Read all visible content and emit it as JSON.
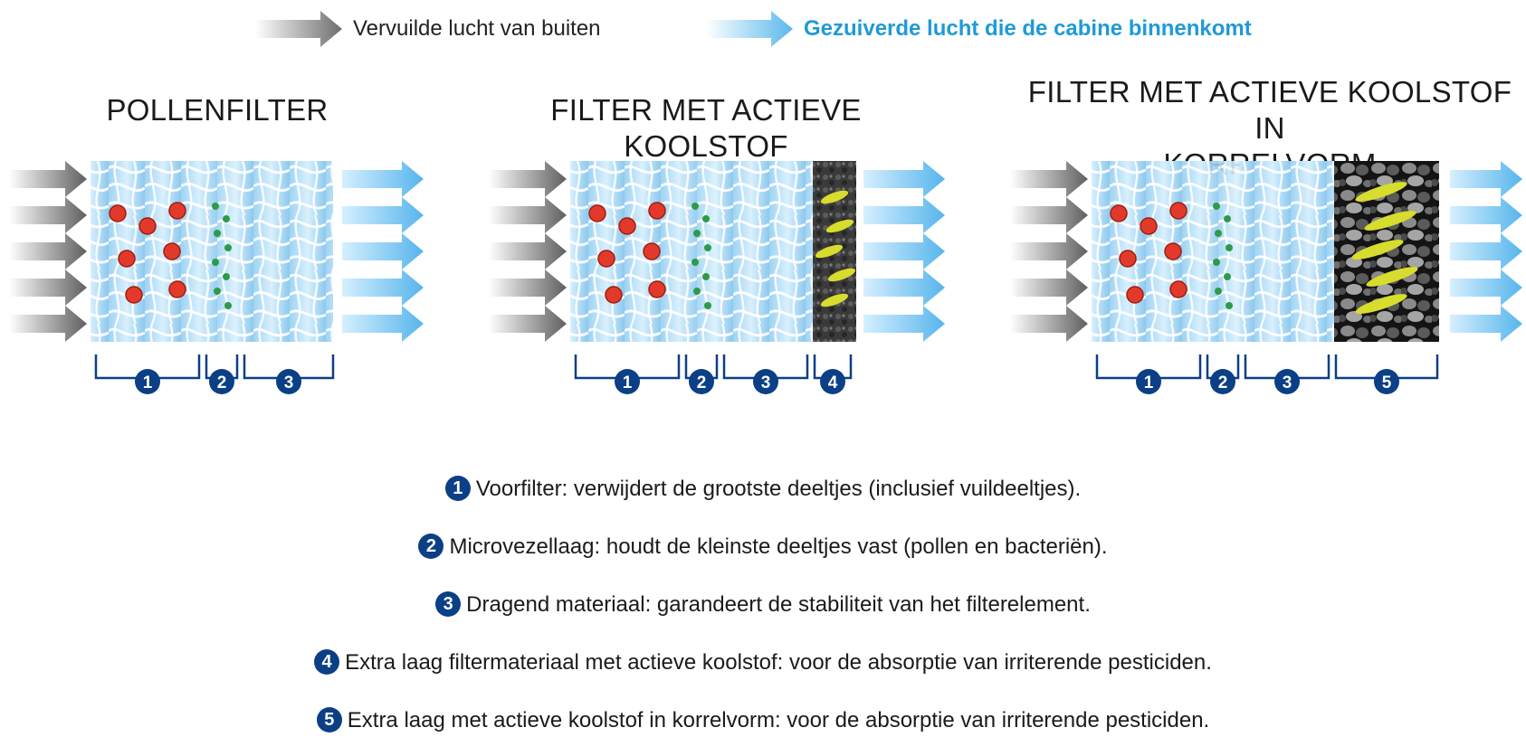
{
  "legend": {
    "outside_label": "Vervuilde lucht van buiten",
    "inside_label": "Gezuiverde lucht die de cabine binnenkomt"
  },
  "panels": [
    {
      "title_lines": [
        "POLLENFILTER"
      ],
      "layers": [
        "1",
        "2",
        "3"
      ]
    },
    {
      "title_lines": [
        "FILTER MET ACTIEVE KOOLSTOF"
      ],
      "layers": [
        "1",
        "2",
        "3",
        "4"
      ]
    },
    {
      "title_lines": [
        "FILTER MET ACTIEVE KOOLSTOF IN",
        "KORRELVORM"
      ],
      "layers": [
        "1",
        "2",
        "3",
        "5"
      ]
    }
  ],
  "descriptions": [
    {
      "num": "1",
      "text": "Voorfilter: verwijdert de grootste deeltjes (inclusief vuildeeltjes)."
    },
    {
      "num": "2",
      "text": "Microvezellaag: houdt de kleinste deeltjes vast (pollen en bacteriën)."
    },
    {
      "num": "3",
      "text": "Dragend materiaal: garandeert de stabiliteit van het filterelement."
    },
    {
      "num": "4",
      "text": "Extra laag filtermateriaal met actieve koolstof: voor de absorptie van irriterende pesticiden."
    },
    {
      "num": "5",
      "text": "Extra laag met actieve koolstof in korrelvorm: voor de absorptie van irriterende pesticiden."
    }
  ],
  "colors": {
    "polluted_arrow": "#6e6e6e",
    "clean_arrow": "#5bb8ec",
    "inside_label": "#1f9ad6",
    "badge": "#0b3f86",
    "particles_large": "#e23a2a",
    "particles_small": "#2e9a4a",
    "pesticide": "#d8dc2c",
    "fibers_bg": "#8fc9ee"
  }
}
